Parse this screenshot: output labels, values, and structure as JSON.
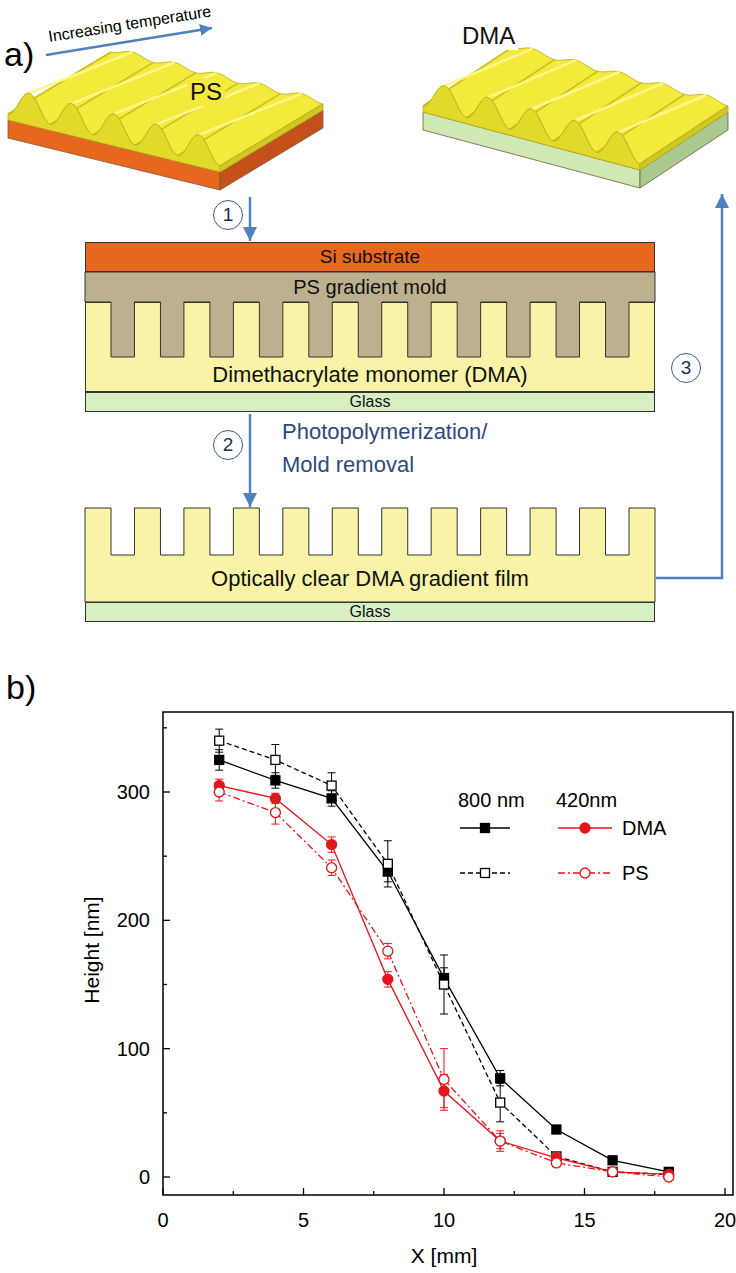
{
  "diagram": {
    "nodes": [
      {
        "text": [
          "PS"
        ]
      },
      {
        "text": [
          "DMA"
        ]
      },
      {
        "text": [
          "Si substrate"
        ]
      },
      {
        "text": [
          "PS  gradient mold"
        ]
      },
      {
        "text": [
          "Dimethacrylate monomer (DMA)"
        ]
      },
      {
        "text": [
          "Glass"
        ]
      },
      {
        "text": [
          "Optically clear DMA gradient film"
        ]
      },
      {
        "text": [
          "Glass"
        ]
      },
      {
        "text": [
          "1"
        ]
      },
      {
        "text": [
          "2"
        ]
      },
      {
        "text": [
          "3"
        ]
      }
    ],
    "edges": [
      {
        "from": 0,
        "to": 2,
        "arrow": "to"
      },
      {
        "from": 5,
        "to": 6,
        "arrow": "to",
        "label": "Photopolymerization/ Mold removal"
      },
      {
        "from": 6,
        "to": 1,
        "arrow": "to"
      }
    ],
    "labels": [
      "a)",
      "Increasing temperature",
      "b)",
      "800 nm",
      "420nm",
      "0",
      "100",
      "200",
      "300",
      "0",
      "5",
      "10",
      "15",
      "20",
      "Height [nm]",
      "X [mm]"
    ],
    "legend": [
      {
        "text": "DMA"
      },
      {
        "text": "PS"
      }
    ]
  }
}
